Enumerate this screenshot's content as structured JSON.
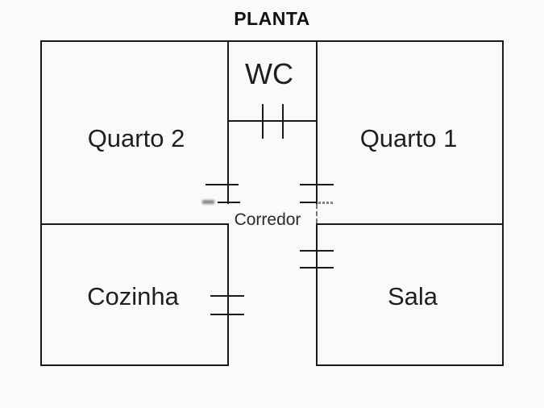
{
  "title": "PLANTA",
  "rooms": {
    "quarto2": {
      "label": "Quarto 2"
    },
    "wc": {
      "label": "WC"
    },
    "quarto1": {
      "label": "Quarto 1"
    },
    "corredor": {
      "label": "Corredor"
    },
    "cozinha": {
      "label": "Cozinha"
    },
    "sala": {
      "label": "Sala"
    }
  },
  "doors": [
    {
      "room": "WC",
      "wall": "bottom",
      "symbol": "double-tick"
    },
    {
      "room": "Quarto 2",
      "wall": "corridor-left",
      "symbol": "double-tick"
    },
    {
      "room": "Quarto 1",
      "wall": "corridor-right",
      "symbol": "double-tick"
    },
    {
      "room": "Cozinha",
      "wall": "right",
      "symbol": "double-tick"
    },
    {
      "room": "Sala",
      "wall": "left",
      "symbol": "double-tick"
    }
  ],
  "colors": {
    "wall": "#1a1a1a",
    "background": "#fafafa",
    "text": "#1f1f1f"
  }
}
